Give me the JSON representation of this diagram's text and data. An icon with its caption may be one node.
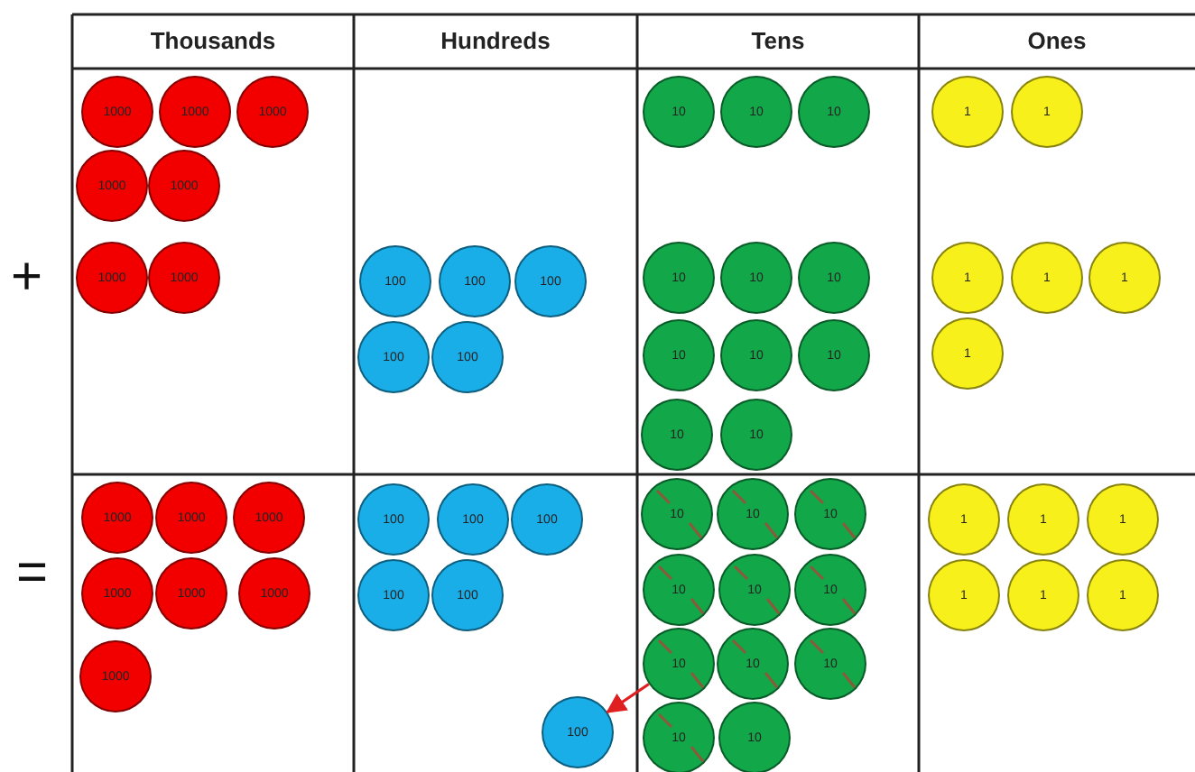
{
  "diagram": {
    "nodes": [
      {
        "text": [
          "1000"
        ]
      },
      {
        "text": [
          "1000"
        ]
      },
      {
        "text": [
          "1000"
        ]
      },
      {
        "text": [
          "1000"
        ]
      },
      {
        "text": [
          "1000"
        ]
      },
      {
        "text": [
          "10"
        ]
      },
      {
        "text": [
          "10"
        ]
      },
      {
        "text": [
          "10"
        ]
      },
      {
        "text": [
          "1"
        ]
      },
      {
        "text": [
          "1"
        ]
      },
      {
        "text": [
          "1000"
        ]
      },
      {
        "text": [
          "1000"
        ]
      },
      {
        "text": [
          "100"
        ]
      },
      {
        "text": [
          "100"
        ]
      },
      {
        "text": [
          "100"
        ]
      },
      {
        "text": [
          "100"
        ]
      },
      {
        "text": [
          "100"
        ]
      },
      {
        "text": [
          "10"
        ]
      },
      {
        "text": [
          "10"
        ]
      },
      {
        "text": [
          "10"
        ]
      },
      {
        "text": [
          "10"
        ]
      },
      {
        "text": [
          "10"
        ]
      },
      {
        "text": [
          "10"
        ]
      },
      {
        "text": [
          "10"
        ]
      },
      {
        "text": [
          "10"
        ]
      },
      {
        "text": [
          "1"
        ]
      },
      {
        "text": [
          "1"
        ]
      },
      {
        "text": [
          "1"
        ]
      },
      {
        "text": [
          "1"
        ]
      },
      {
        "text": [
          "1000"
        ]
      },
      {
        "text": [
          "1000"
        ]
      },
      {
        "text": [
          "1000"
        ]
      },
      {
        "text": [
          "1000"
        ]
      },
      {
        "text": [
          "1000"
        ]
      },
      {
        "text": [
          "1000"
        ]
      },
      {
        "text": [
          "1000"
        ]
      },
      {
        "text": [
          "100"
        ]
      },
      {
        "text": [
          "100"
        ]
      },
      {
        "text": [
          "100"
        ]
      },
      {
        "text": [
          "100"
        ]
      },
      {
        "text": [
          "100"
        ]
      },
      {
        "text": [
          "100"
        ]
      },
      {
        "text": [
          "10"
        ]
      },
      {
        "text": [
          "10"
        ]
      },
      {
        "text": [
          "10"
        ]
      },
      {
        "text": [
          "10"
        ]
      },
      {
        "text": [
          "10"
        ]
      },
      {
        "text": [
          "10"
        ]
      },
      {
        "text": [
          "10"
        ]
      },
      {
        "text": [
          "10"
        ]
      },
      {
        "text": [
          "10"
        ]
      },
      {
        "text": [
          "10"
        ]
      },
      {
        "text": [
          "10"
        ]
      },
      {
        "text": [
          "1"
        ]
      },
      {
        "text": [
          "1"
        ]
      },
      {
        "text": [
          "1"
        ]
      },
      {
        "text": [
          "1"
        ]
      },
      {
        "text": [
          "1"
        ]
      },
      {
        "text": [
          "1"
        ]
      }
    ],
    "edges": [
      {
        "from": 48,
        "to": 41,
        "arrow": "to",
        "color": "#e02020"
      }
    ],
    "labels": [
      "Thousands",
      "Hundreds",
      "Tens",
      "Ones",
      "+",
      "="
    ]
  }
}
